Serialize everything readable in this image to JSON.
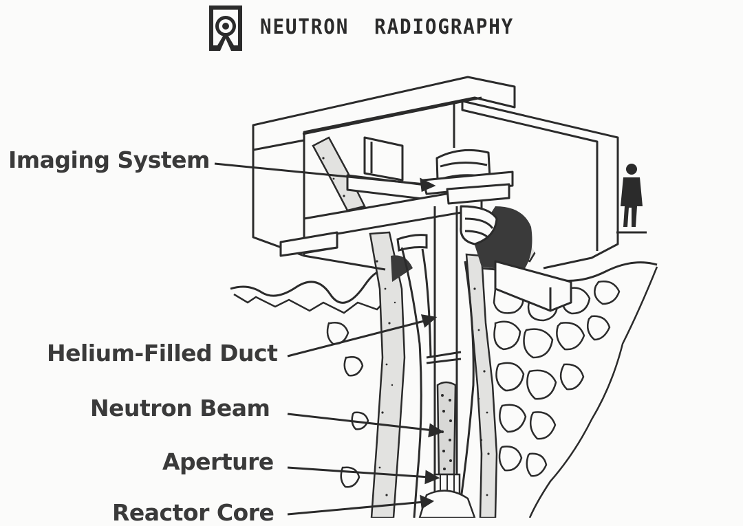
{
  "title": "NEUTRON  RADIOGRAPHY",
  "labels": {
    "imaging_system": "Imaging System",
    "helium_duct": "Helium-Filled Duct",
    "neutron_beam": "Neutron Beam",
    "aperture": "Aperture",
    "reactor_core": "Reactor Core"
  },
  "colors": {
    "ink": "#2b2b2b",
    "paper": "#fbfbfa",
    "shade": "#5a5a5a"
  },
  "icons": {
    "logo": "reactor-logo-icon",
    "person": "person-figure-icon"
  }
}
